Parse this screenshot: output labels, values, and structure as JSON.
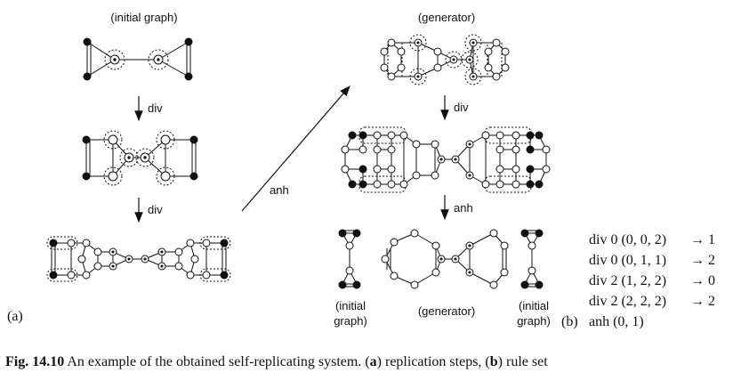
{
  "labels": {
    "initial_graph_top": "(initial graph)",
    "div_1": "div",
    "div_2": "div",
    "anh_arrow": "anh",
    "generator_top": "(generator)",
    "div_3": "div",
    "anh_2": "anh",
    "initial_graph_left_line1": "(initial",
    "initial_graph_left_line2": "graph)",
    "generator_bottom": "(generator)",
    "initial_graph_right_line1": "(initial",
    "initial_graph_right_line2": "graph)",
    "panel_a": "(a)",
    "panel_b": "(b)"
  },
  "rules": [
    {
      "lhs": "div 0  (0, 0, 2)",
      "rhs": "→ 1"
    },
    {
      "lhs": "div 0  (0, 1, 1)",
      "rhs": "→ 2"
    },
    {
      "lhs": "div 2  (1, 2, 2)",
      "rhs": "→ 0"
    },
    {
      "lhs": "div 2  (2, 2, 2)",
      "rhs": "→ 2"
    },
    {
      "lhs": "anh (0, 1)",
      "rhs": ""
    }
  ],
  "caption": {
    "fig": "Fig. 14.10",
    "text1": "  An example of the obtained self-replicating system. (",
    "a": "a",
    "text2": ") replication steps, (",
    "b": "b",
    "text3": ") rule set"
  }
}
